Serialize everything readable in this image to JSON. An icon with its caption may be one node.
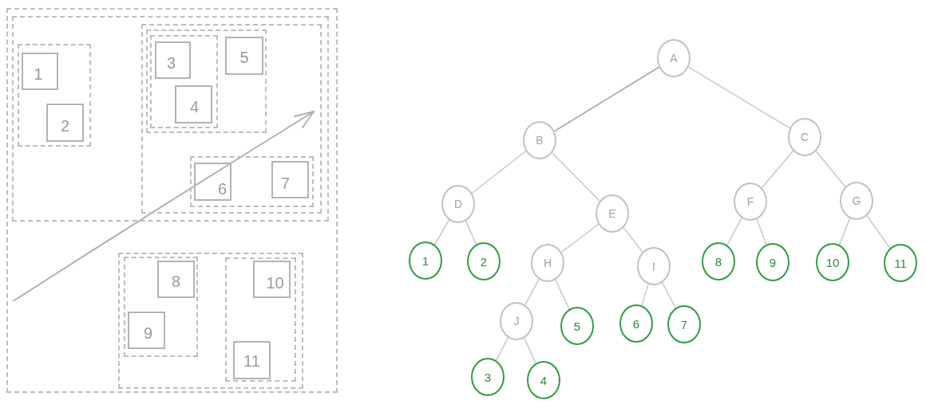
{
  "diagram": {
    "nodes": [
      {
        "text": [],
        "shape": "box"
      },
      {
        "text": [],
        "shape": "box",
        "in": 0
      },
      {
        "text": [],
        "shape": "box",
        "in": 1
      },
      {
        "text": [
          "1"
        ],
        "in": 2
      },
      {
        "text": [
          "2"
        ],
        "in": 2
      },
      {
        "text": [],
        "shape": "box",
        "in": 1
      },
      {
        "text": [],
        "shape": "box",
        "in": 5
      },
      {
        "text": [],
        "shape": "box",
        "in": 6
      },
      {
        "text": [
          "3"
        ],
        "in": 7
      },
      {
        "text": [
          "4"
        ],
        "in": 7
      },
      {
        "text": [
          "5"
        ],
        "in": 6
      },
      {
        "text": [],
        "shape": "box",
        "in": 5
      },
      {
        "text": [
          "6"
        ],
        "in": 11
      },
      {
        "text": [
          "7"
        ],
        "in": 11
      },
      {
        "text": [],
        "shape": "box",
        "in": 0
      },
      {
        "text": [],
        "shape": "box",
        "in": 14
      },
      {
        "text": [
          "8"
        ],
        "in": 15
      },
      {
        "text": [
          "9"
        ],
        "in": 15
      },
      {
        "text": [],
        "shape": "box",
        "in": 14
      },
      {
        "text": [
          "10"
        ],
        "in": 18
      },
      {
        "text": [
          "11"
        ],
        "in": 18
      },
      {
        "text": [
          "A"
        ]
      },
      {
        "text": [
          "B"
        ]
      },
      {
        "text": [
          "C"
        ]
      },
      {
        "text": [
          "D"
        ]
      },
      {
        "text": [
          "E"
        ]
      },
      {
        "text": [
          "F"
        ]
      },
      {
        "text": [
          "G"
        ]
      },
      {
        "text": [
          "1"
        ]
      },
      {
        "text": [
          "2"
        ]
      },
      {
        "text": [
          "H"
        ]
      },
      {
        "text": [
          "I"
        ]
      },
      {
        "text": [
          "8"
        ]
      },
      {
        "text": [
          "9"
        ]
      },
      {
        "text": [
          "10"
        ]
      },
      {
        "text": [
          "11"
        ]
      },
      {
        "text": [
          "J"
        ]
      },
      {
        "text": [
          "5"
        ]
      },
      {
        "text": [
          "6"
        ]
      },
      {
        "text": [
          "7"
        ]
      },
      {
        "text": [
          "3"
        ]
      },
      {
        "text": [
          "4"
        ]
      }
    ],
    "edges": [
      {
        "from": 21,
        "to": 22,
        "arrow": "none",
        "color": "#aaaaaa"
      },
      {
        "from": 21,
        "to": 23,
        "arrow": "none"
      },
      {
        "from": 22,
        "to": 24,
        "arrow": "none"
      },
      {
        "from": 22,
        "to": 25,
        "arrow": "none"
      },
      {
        "from": 23,
        "to": 26,
        "arrow": "none"
      },
      {
        "from": 23,
        "to": 27,
        "arrow": "none"
      },
      {
        "from": 24,
        "to": 28,
        "arrow": "none"
      },
      {
        "from": 24,
        "to": 29,
        "arrow": "none"
      },
      {
        "from": 25,
        "to": 30,
        "arrow": "none"
      },
      {
        "from": 25,
        "to": 31,
        "arrow": "none"
      },
      {
        "from": 26,
        "to": 32,
        "arrow": "none"
      },
      {
        "from": 26,
        "to": 33,
        "arrow": "none"
      },
      {
        "from": 27,
        "to": 34,
        "arrow": "none"
      },
      {
        "from": 27,
        "to": 35,
        "arrow": "none"
      },
      {
        "from": 30,
        "to": 36,
        "arrow": "none"
      },
      {
        "from": 30,
        "to": 37,
        "arrow": "none"
      },
      {
        "from": 31,
        "to": 38,
        "arrow": "none"
      },
      {
        "from": 31,
        "to": 39,
        "arrow": "none"
      },
      {
        "from": 36,
        "to": 40,
        "arrow": "none"
      },
      {
        "from": 36,
        "to": 41,
        "arrow": "none"
      }
    ]
  }
}
